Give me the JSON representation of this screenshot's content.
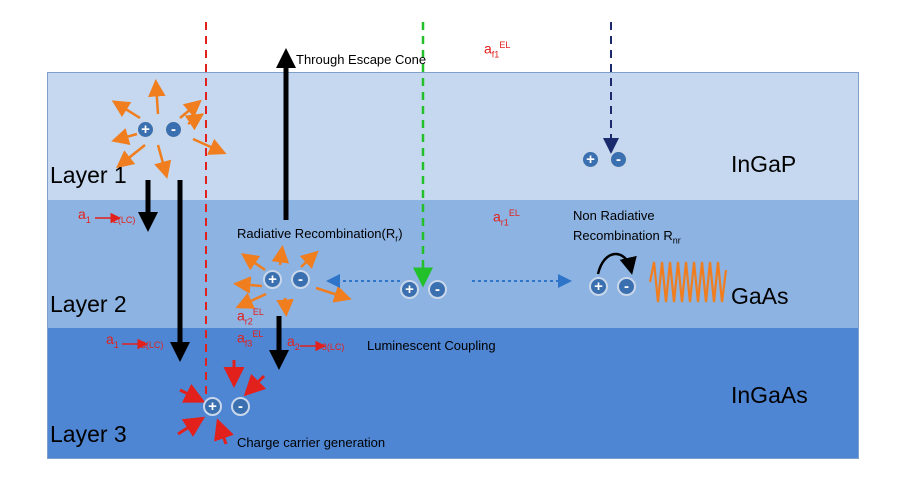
{
  "layers": [
    {
      "label": "Layer 1",
      "material": "InGaP",
      "color": "#c5d8ef"
    },
    {
      "label": "Layer 2",
      "material": "GaAs",
      "color": "#8db3e2"
    },
    {
      "label": "Layer 3",
      "material": "InGaAs",
      "color": "#4f86d4"
    }
  ],
  "annotations": {
    "escape_cone": "Through Escape Cone",
    "radiative_main": "Radiative Recombination(R",
    "radiative_sub": "r",
    "radiative_close": ")",
    "non_radiative_line1": "Non Radiative",
    "non_radiative_line2": "Recombination R",
    "non_radiative_sub": "nr",
    "luminescent_coupling": "Luminescent Coupling",
    "charge_generation": "Charge carrier generation"
  },
  "coefficients": {
    "af1": {
      "base": "a",
      "sub": "f1",
      "sup": "EL"
    },
    "ar1": {
      "base": "a",
      "sub": "r1",
      "sup": "EL"
    },
    "ar2": {
      "base": "a",
      "sub": "r2",
      "sup": "EL"
    },
    "af3": {
      "base": "a",
      "sub": "f3",
      "sup": "EL"
    },
    "a12": {
      "base": "a",
      "sub_from": "1",
      "sub_to": "2(LC)"
    },
    "a13": {
      "base": "a",
      "sub_from": "1",
      "sub_to": "3(LC)"
    },
    "a23": {
      "base": "a",
      "sub_from": "2",
      "sub_to": "3(LC)"
    }
  },
  "carrier_symbols": {
    "hole": "+",
    "electron": "-"
  },
  "colors": {
    "emission_arrow": "#f07d1e",
    "coefficient_text": "#e2201c",
    "charge_circle": "#3a6fb0",
    "green_beam": "#22c02a",
    "red_beam": "#e2201c",
    "navy_beam": "#1a2a6c",
    "recycling_arrow": "#2e75c9"
  }
}
